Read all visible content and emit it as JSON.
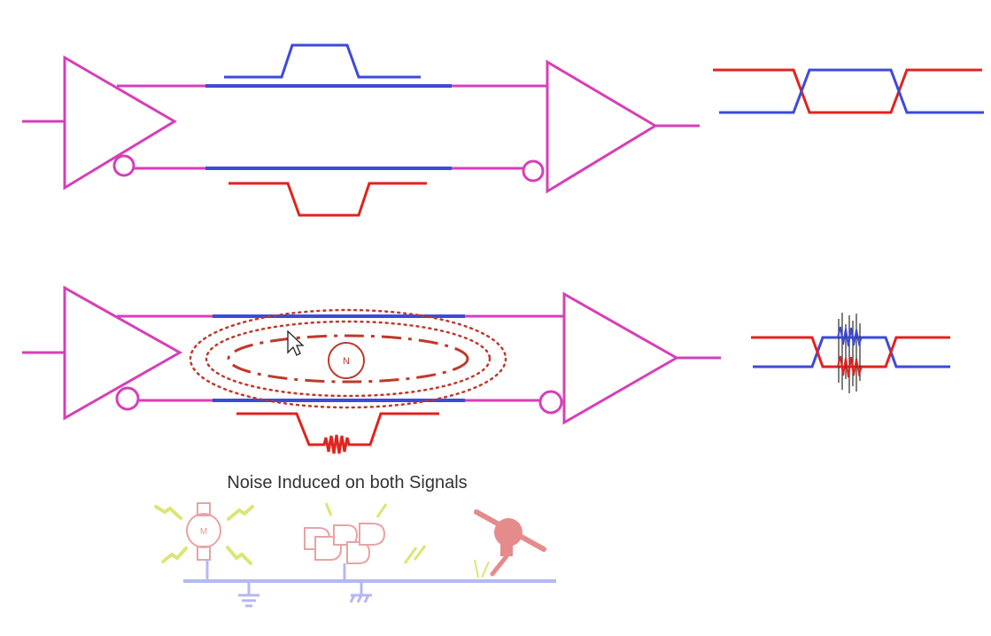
{
  "caption": "Noise Induced on both Signals",
  "noise_source_label": "N",
  "motor_label": "M",
  "colors": {
    "wire": "#d63fb8",
    "positive_signal": "#3d4ad8",
    "negative_signal": "#e0231e",
    "noise": "#c0392b",
    "ground_bus": "#b4b8f2",
    "motor_faded": "#e8a3a3",
    "spark": "#dbe675",
    "tool_faded": "#e58b8b"
  },
  "icons": [
    "differential-driver-icon",
    "differential-receiver-icon",
    "magnetic-field-icon",
    "motor-icon",
    "logic-gates-icon",
    "drill-icon",
    "ground-icon"
  ]
}
